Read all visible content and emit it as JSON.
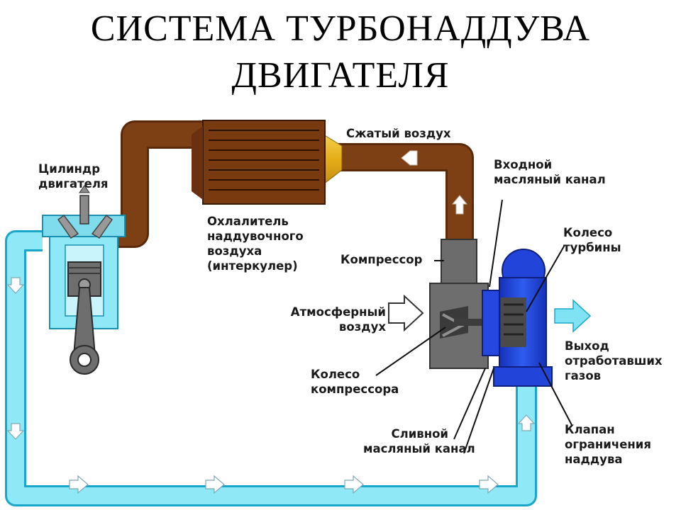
{
  "title": {
    "line1": "СИСТЕМА ТУРБОНАДДУВА",
    "line2": "ДВИГАТЕЛЯ"
  },
  "labels": {
    "cylinder": [
      "Цилиндр",
      "двигателя"
    ],
    "intercooler": [
      "Охлалитель",
      "наддувочного",
      "воздуха",
      "(интеркулер)"
    ],
    "compressed_air": "Сжатый воздух",
    "oil_inlet": [
      "Входной",
      "масляный канал"
    ],
    "turbine_wheel": [
      "Колесо",
      "турбины"
    ],
    "compressor": "Компрессор",
    "atmospheric_air": [
      "Атмосферный",
      "воздух"
    ],
    "compressor_wheel": [
      "Колесо",
      "компрессора"
    ],
    "exhaust": [
      "Выход",
      "отработавших",
      "газов"
    ],
    "oil_drain": [
      "Сливной",
      "масляный канал"
    ],
    "wastegate": [
      "Клапан",
      "ограничения",
      "наддува"
    ]
  },
  "colors": {
    "air_pipe": "#7a3d12",
    "intercooler": "#7a3a10",
    "intercooler_cone": "#e8b21c",
    "oil_loop": "#7fe3f4",
    "turbine": "#1f3fd0",
    "compressor": "#6c6c6c",
    "arrow": "#ffffff"
  }
}
